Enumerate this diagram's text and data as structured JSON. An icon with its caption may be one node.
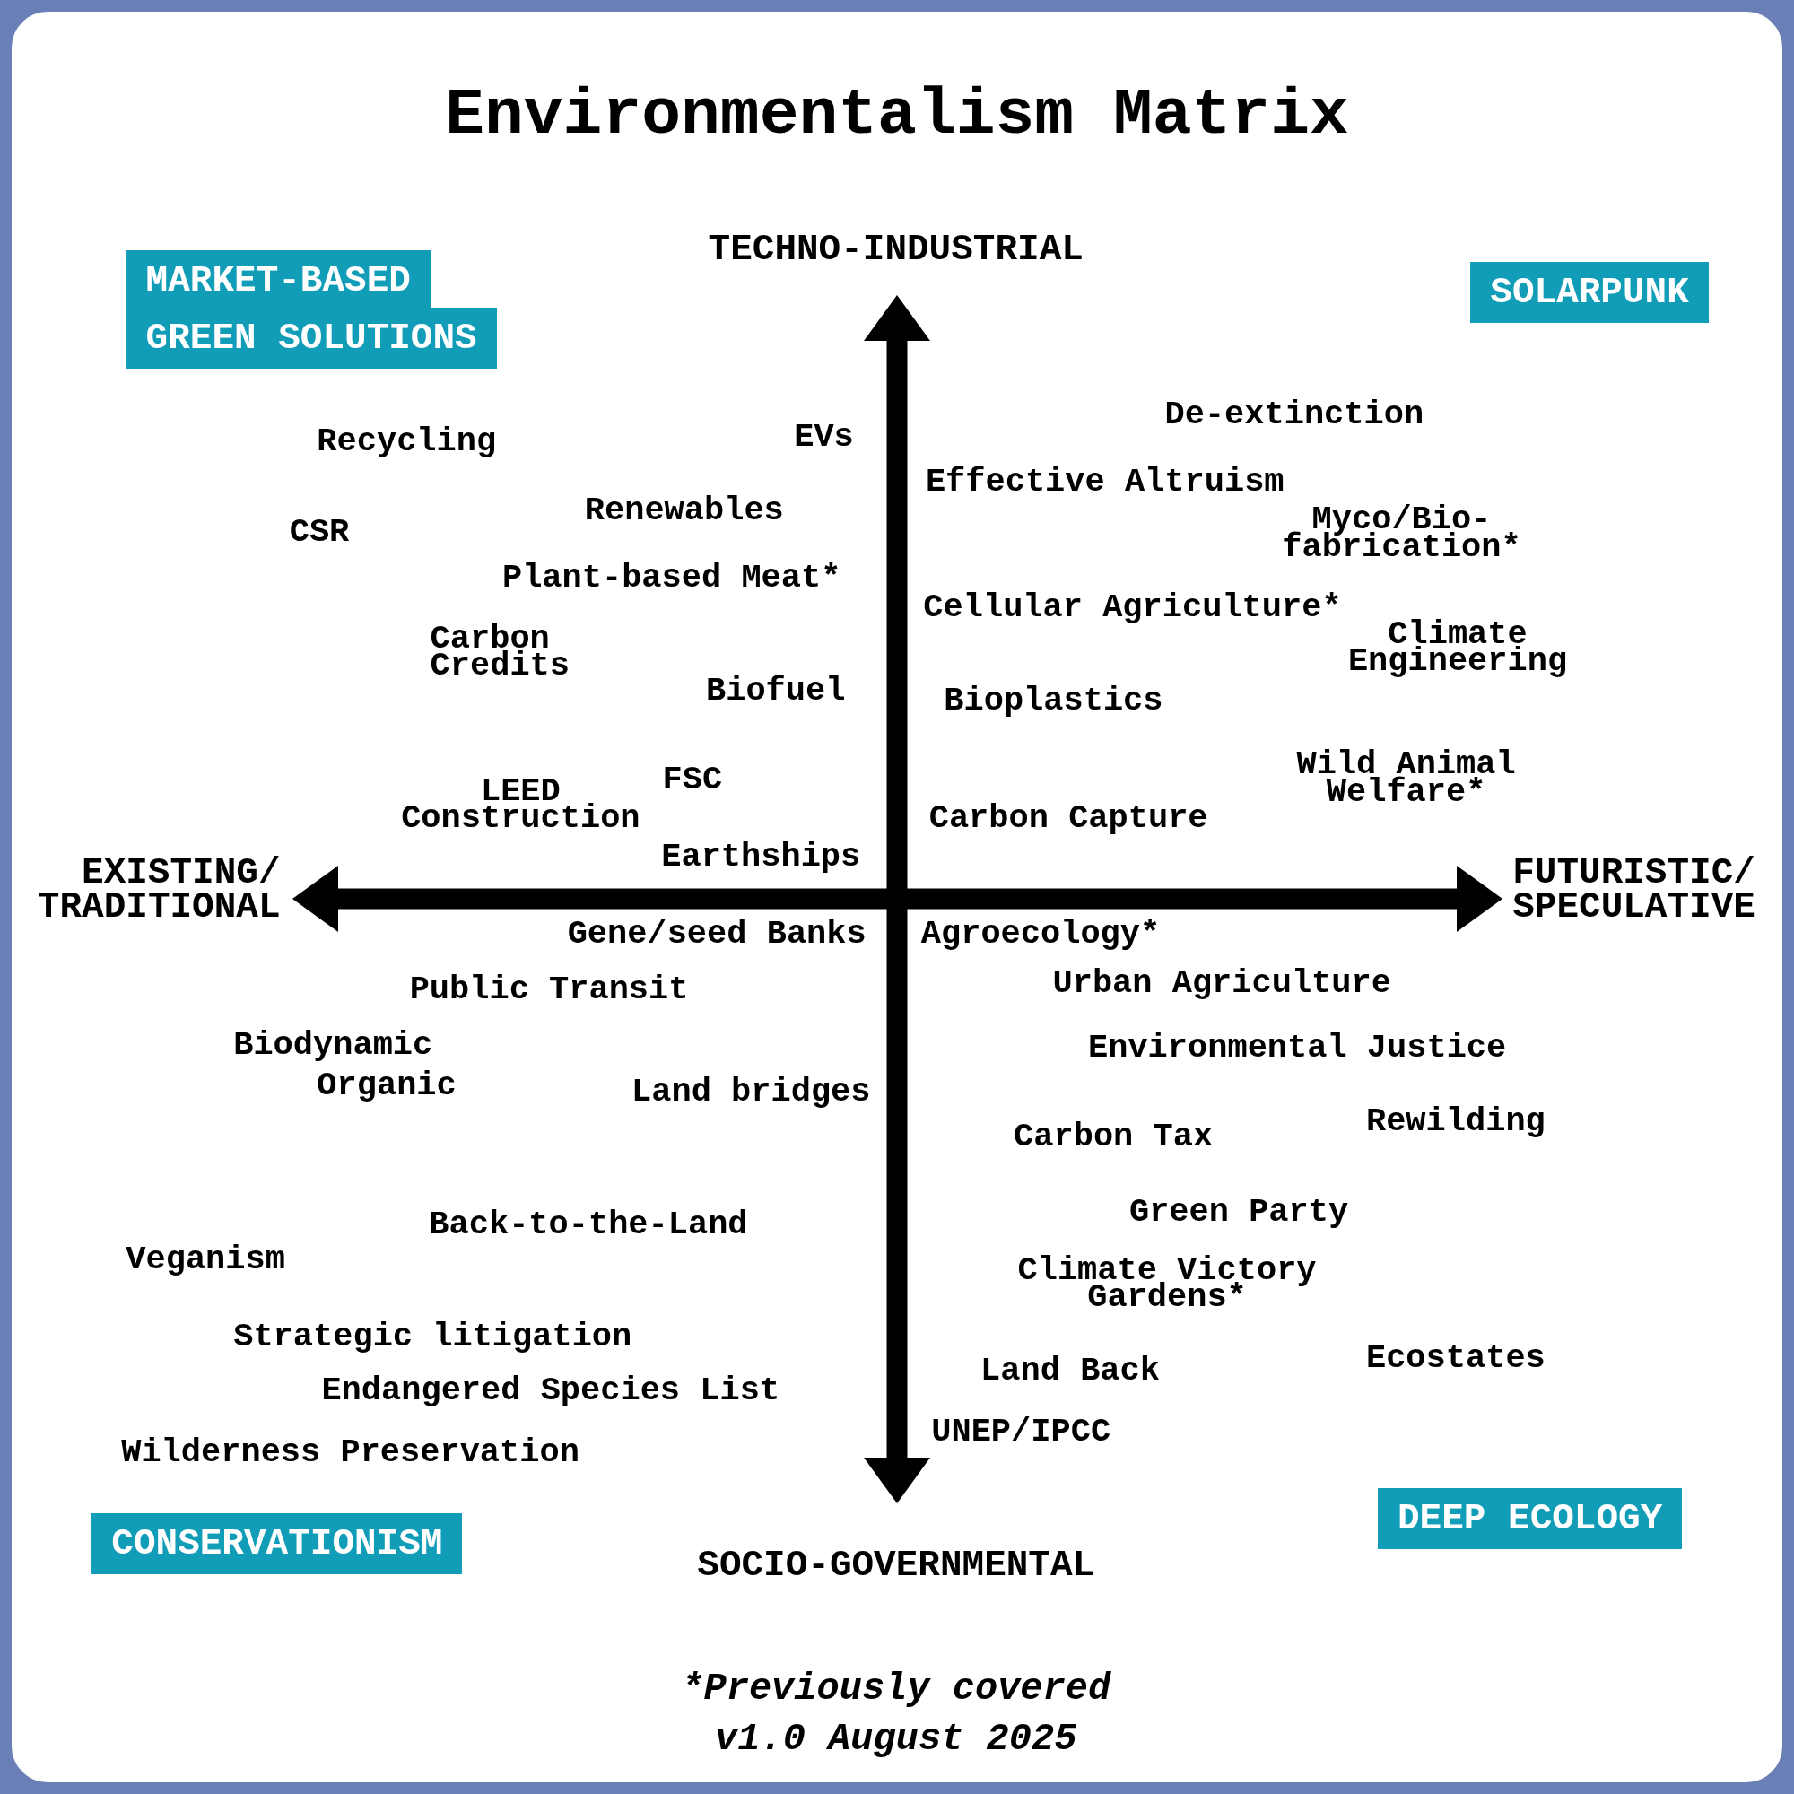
{
  "diagram": {
    "title": "Environmentalism Matrix",
    "nodes": [
      {
        "text": [
          "MARKET-BASED GREEN SOLUTIONS"
        ]
      },
      {
        "text": [
          "SOLARPUNK"
        ]
      },
      {
        "text": [
          "CONSERVATIONISM"
        ]
      },
      {
        "text": [
          "DEEP ECOLOGY"
        ]
      }
    ],
    "labels": [
      "TECHNO-INDUSTRIAL",
      "De-extinction",
      "EVs",
      "Recycling",
      "Effective Altruism",
      "Renewables",
      "CSR",
      "Myco/Bio- fabrication*",
      "Plant-based Meat*",
      "Cellular Agriculture*",
      "Climate Engineering",
      "Carbon Credits",
      "Biofuel",
      "Bioplastics",
      "Wild Animal Welfare*",
      "FSC",
      "LEED Construction",
      "Carbon Capture",
      "Earthships",
      "EXISTING/ TRADITIONAL",
      "FUTURISTIC/ SPECULATIVE",
      "Gene/seed Banks",
      "Agroecology*",
      "Urban Agriculture",
      "Public Transit",
      "Biodynamic",
      "Environmental Justice",
      "Organic",
      "Land bridges",
      "Rewilding",
      "Carbon Tax",
      "Green Party",
      "Back-to-the-Land",
      "Veganism",
      "Climate Victory Gardens*",
      "Strategic litigation",
      "Ecostates",
      "Land Back",
      "Endangered Species List",
      "UNEP/IPCC",
      "Wilderness Preservation",
      "SOCIO-GOVERNMENTAL",
      "*Previously covered",
      "v1.0 August 2025"
    ]
  }
}
